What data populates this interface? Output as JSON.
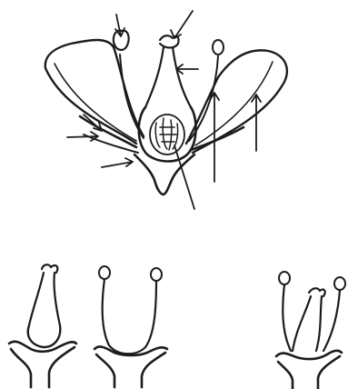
{
  "image": {
    "subject": "flower-structure-sketch",
    "ink_color": "#1c1c1c",
    "paper_color": "#ffffff",
    "figures": [
      {
        "name": "whole-flower-longitudinal-section",
        "arrow_count": 8,
        "pointer_line_count": 1
      },
      {
        "name": "pistil-on-receptacle"
      },
      {
        "name": "stamens-on-receptacle"
      },
      {
        "name": "pistil-with-stamens"
      }
    ]
  }
}
